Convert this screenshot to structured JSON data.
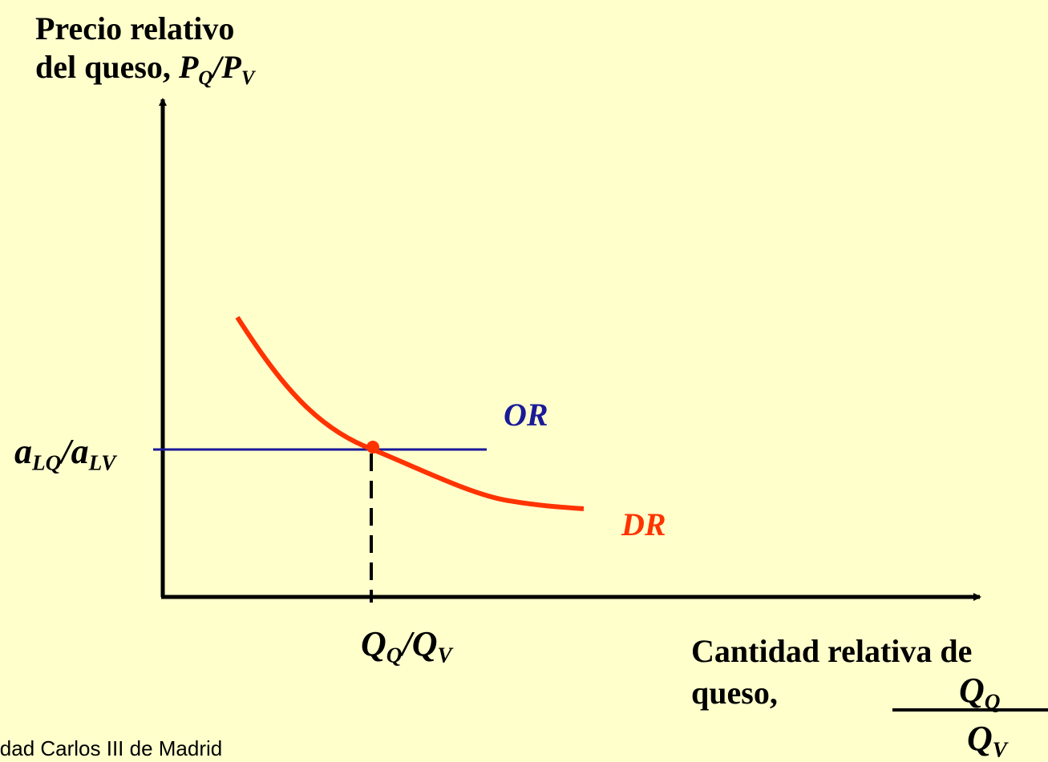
{
  "axes": {
    "y_title_line1": "Precio relativo",
    "y_title_line2_prefix": "del queso, ",
    "y_title_var_p": "P",
    "y_title_sub_q": "Q",
    "y_title_slash": "/",
    "y_title_sub_v": "V",
    "x_title_line1": "Cantidad relativa de",
    "x_title_line2": "queso,"
  },
  "price_level": {
    "a": "a",
    "sub1": "LQ",
    "slash": "/",
    "sub2": "LV"
  },
  "curves": {
    "supply_label": "OR",
    "demand_label": "DR",
    "supply_color": "#1a1a99",
    "demand_color": "#ff3300"
  },
  "equilibrium": {
    "q": "Q",
    "sub1": "Q",
    "slash": "/",
    "sub2": "V"
  },
  "fraction": {
    "num": "Q",
    "num_sub": "Q",
    "den": "Q",
    "den_sub": "V"
  },
  "footer": "idad Carlos III de Madrid"
}
